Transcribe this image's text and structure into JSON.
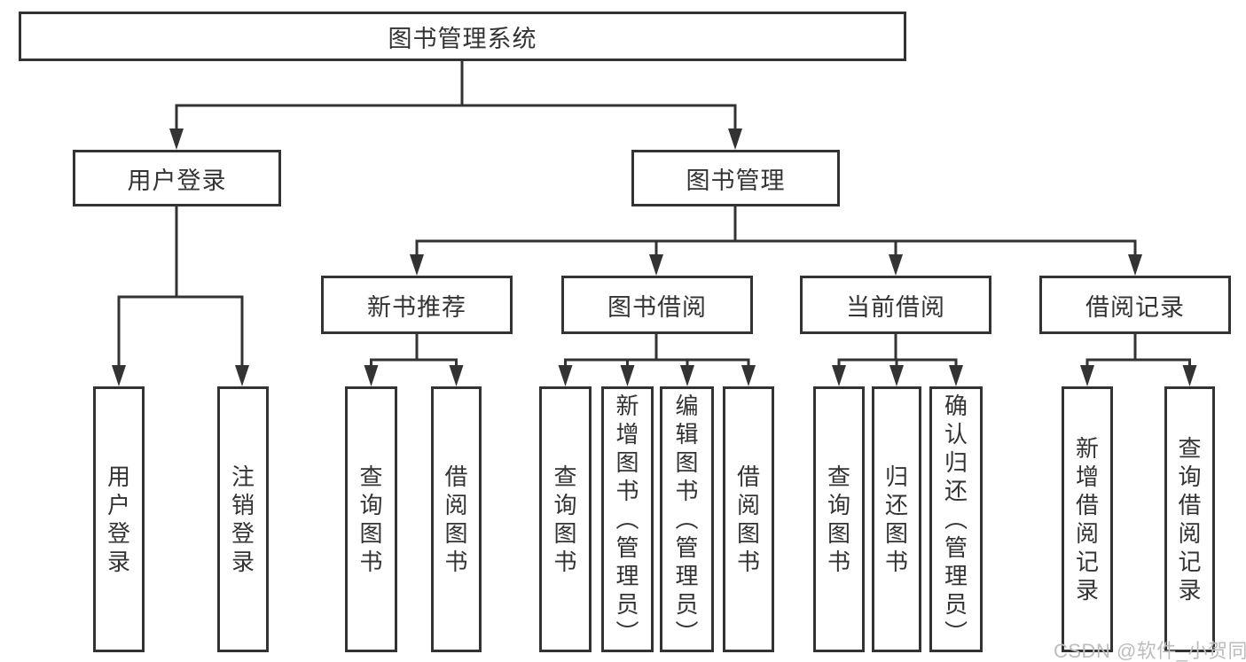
{
  "tree": {
    "root": {
      "label": "图书管理系统",
      "children": [
        {
          "label": "用户登录",
          "children": [
            {
              "label": "用户登录"
            },
            {
              "label": "注销登录"
            }
          ]
        },
        {
          "label": "图书管理",
          "children": [
            {
              "label": "新书推荐",
              "children": [
                {
                  "label": "查询图书"
                },
                {
                  "label": "借阅图书"
                }
              ]
            },
            {
              "label": "图书借阅",
              "children": [
                {
                  "label": "查询图书"
                },
                {
                  "label": "新增图书（管理员）"
                },
                {
                  "label": "编辑图书（管理员）"
                },
                {
                  "label": "借阅图书"
                }
              ]
            },
            {
              "label": "当前借阅",
              "children": [
                {
                  "label": "查询图书"
                },
                {
                  "label": "归还图书"
                },
                {
                  "label": "确认归还（管理员）"
                }
              ]
            },
            {
              "label": "借阅记录",
              "children": [
                {
                  "label": "新增借阅记录"
                },
                {
                  "label": "查询借阅记录"
                }
              ]
            }
          ]
        }
      ]
    }
  },
  "watermark": {
    "text": "CSDN @软件_小贺同学"
  },
  "colors": {
    "line": "#333333",
    "text": "#333333",
    "background": "#ffffff",
    "watermark": "#bdbdbd"
  }
}
